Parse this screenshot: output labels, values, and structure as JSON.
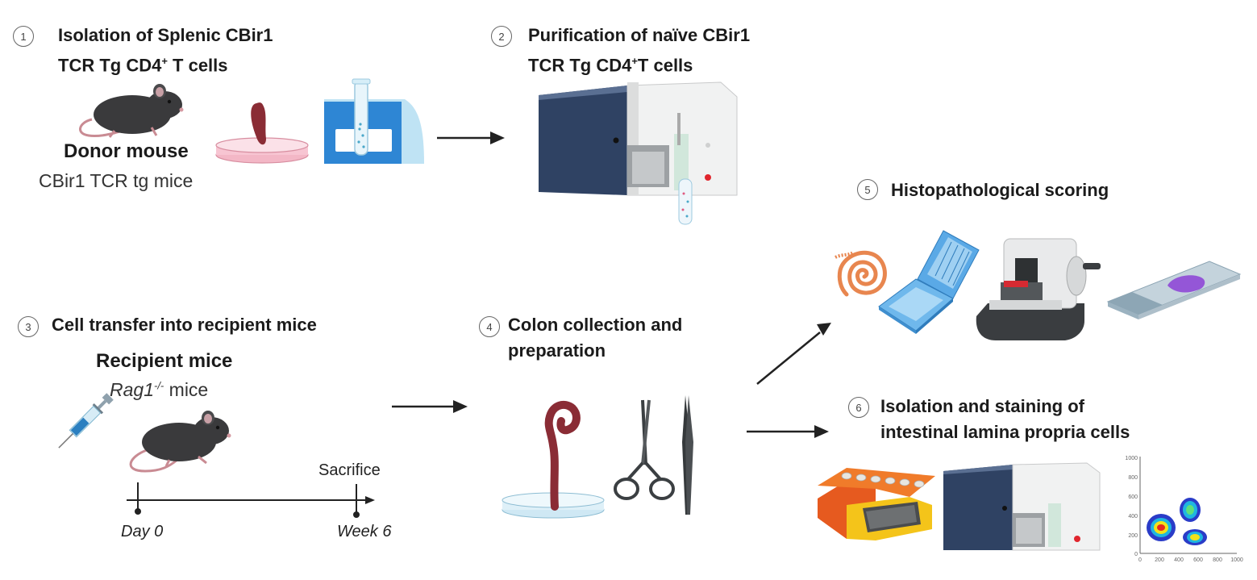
{
  "steps": [
    {
      "number": "1",
      "title_line1": "Isolation of Splenic CBir1",
      "title_line2_prefix": "TCR Tg CD4",
      "title_line2_sup": "+",
      "title_line2_suffix": " T cells"
    },
    {
      "number": "2",
      "title_line1": "Purification of naïve CBir1",
      "title_line2_prefix": "TCR Tg CD4",
      "title_line2_sup": "+",
      "title_line2_suffix": "T cells"
    },
    {
      "number": "3",
      "title": "Cell transfer into recipient mice"
    },
    {
      "number": "4",
      "title_line1": "Colon collection and",
      "title_line2": "preparation"
    },
    {
      "number": "5",
      "title": "Histopathological scoring"
    },
    {
      "number": "6",
      "title_line1": "Isolation and staining of",
      "title_line2": "intestinal lamina propria cells"
    }
  ],
  "donor": {
    "label": "Donor mouse",
    "sublabel": "CBir1 TCR tg mice"
  },
  "recipient": {
    "label": "Recipient mice",
    "gene": "Rag1",
    "gene_sup": "-/-",
    "suffix": " mice"
  },
  "timeline": {
    "start": "Day 0",
    "end": "Week 6",
    "event": "Sacrifice"
  },
  "flow_plot": {
    "y_ticks": [
      "0",
      "200",
      "400",
      "600",
      "800",
      "1000"
    ],
    "x_ticks": [
      "0",
      "200",
      "400",
      "600",
      "800",
      "1000"
    ]
  }
}
